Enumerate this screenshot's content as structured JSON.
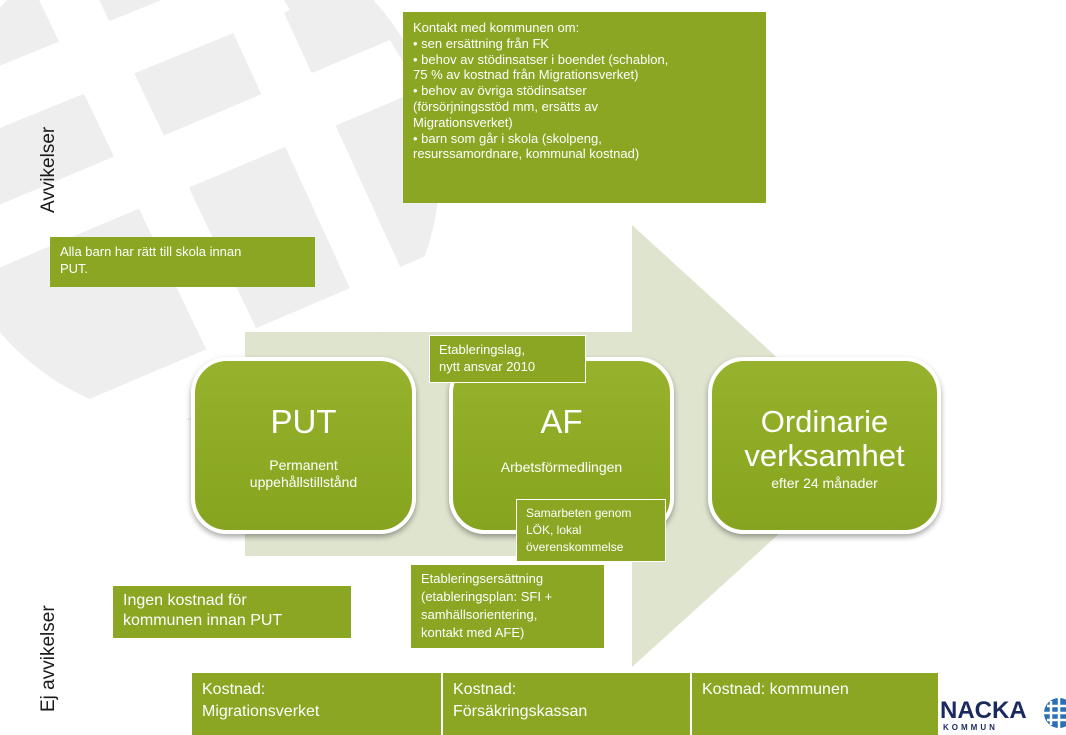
{
  "side_labels": {
    "top": "Avvikelser",
    "bottom": "Ej avvikelser"
  },
  "contact_box": {
    "title": "Kontakt med kommunen  om:",
    "lines": [
      "• sen ersättning från  FK",
      "• behov av stödinsatser i boendet (schablon,",
      "75 % av kostnad från Migrationsverket)",
      "• behov av övriga stödinsatser",
      "(försörjningsstöd mm, ersätts av",
      "Migrationsverket)",
      "• barn som går i skola (skolpeng,",
      "resurssamordnare, kommunal kostnad)"
    ]
  },
  "school_note": {
    "line1": "Alla barn har rätt till skola innan",
    "line2": "PUT."
  },
  "nodes": {
    "put": {
      "title": "PUT",
      "sub1": "Permanent",
      "sub2": "uppehållstillstånd"
    },
    "af": {
      "title": "AF",
      "sub1": "Arbetsförmedlingen"
    },
    "ordinarie": {
      "title1": "Ordinarie",
      "title2": "verksamhet",
      "sub1": "efter 24 månader"
    }
  },
  "etablering_note": {
    "line1": "Etableringslag,",
    "line2": "nytt ansvar 2010"
  },
  "samarbete_note": {
    "line1": "Samarbeten genom",
    "line2": "LÖK, lokal",
    "line3": "överenskommelse"
  },
  "ersattning_note": {
    "lines": [
      "Etableringsersättning",
      "(etableringsplan: SFI +",
      "samhällsorientering,",
      "kontakt med AFE)"
    ]
  },
  "no_cost_note": {
    "line1": "Ingen kostnad för",
    "line2": "kommunen innan PUT"
  },
  "cost_bar": [
    {
      "line1": "Kostnad:",
      "line2": "Migrationsverket"
    },
    {
      "line1": "Kostnad:",
      "line2": "Försäkringskassan"
    },
    {
      "line1": "Kostnad: kommunen",
      "line2": ""
    }
  ],
  "logo": {
    "name": "NACKA",
    "sub": "KOMMUN"
  },
  "colors": {
    "box_green": "#8aa623",
    "arrow": "#dfe4cf",
    "watermark": "#eeeeee"
  }
}
